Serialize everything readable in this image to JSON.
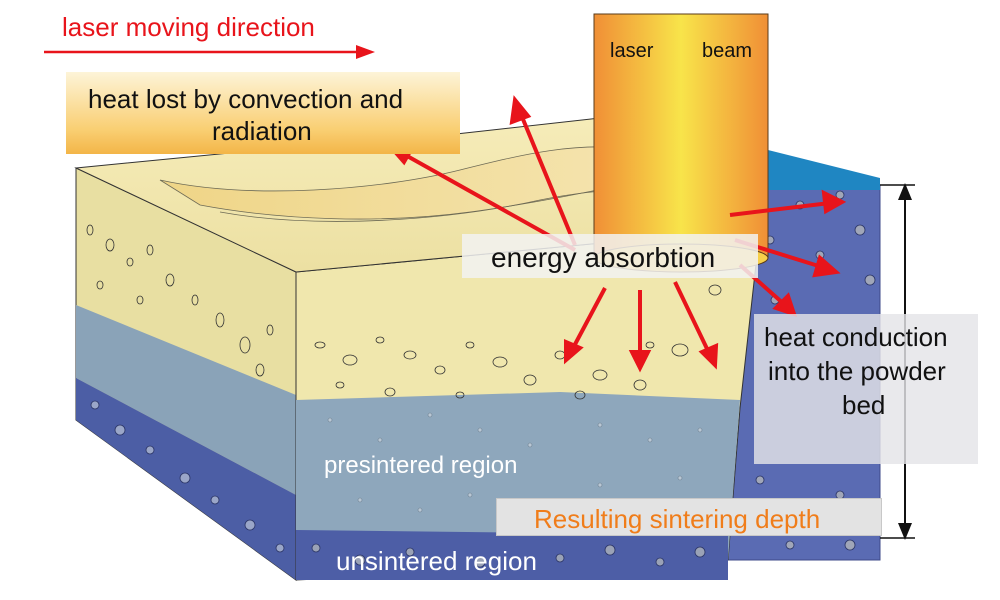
{
  "diagram": {
    "title": "laser moving direction",
    "laser_beam_left": "laser",
    "laser_beam_right": "beam",
    "heat_lost_line1": "heat lost by convection and",
    "heat_lost_line2": "radiation",
    "energy_absorption": "energy absorbtion",
    "heat_conduction_line1": "heat conduction",
    "heat_conduction_line2": "into the powder",
    "heat_conduction_line3": "bed",
    "presintered": "presintered region",
    "unsintered": "unsintered region",
    "sintering_depth": "Resulting sintering depth"
  },
  "colors": {
    "arrow_red": "#e8141b",
    "depth_text": "#f07d1a",
    "title_text": "#e8141b",
    "sintered_top": "#f1e9ae",
    "presintered": "#8ea7bc",
    "unsintered": "#4d5ea6",
    "powder_bed": "#5a6bb3",
    "laser_orange": "#f0923a",
    "laser_yellow": "#f7e14a"
  }
}
